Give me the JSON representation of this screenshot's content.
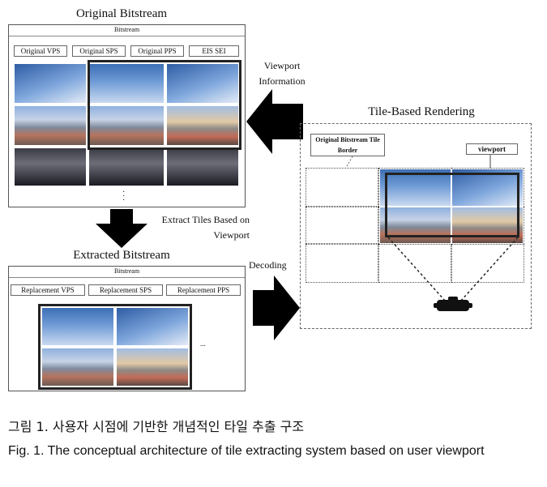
{
  "original": {
    "title": "Original Bitstream",
    "bitstream_label": "Bitstream",
    "headers": [
      "Original VPS",
      "Original SPS",
      "Original PPS",
      "EIS SEI"
    ]
  },
  "viewport_info": "Viewport Information",
  "extract_label": "Extract Tiles Based on Viewport",
  "extracted": {
    "title": "Extracted Bitstream",
    "bitstream_label": "Bitstream",
    "headers": [
      "Replacement VPS",
      "Replacement SPS",
      "Replacement PPS"
    ],
    "ellipsis": "..."
  },
  "decoding_label": "Decoding",
  "rendering": {
    "title": "Tile-Based Rendering",
    "tile_border_label": "Original Bitstream Tile Border",
    "viewport_label": "viewport"
  },
  "caption": {
    "korean": "그림 1. 사용자 시점에 기반한 개념적인 타일 추출 구조",
    "english": "Fig. 1. The conceptual architecture of tile extracting system based on user viewport"
  },
  "colors": {
    "sky": "#3d6fb5",
    "frame": "#222222",
    "arrow": "#000000"
  }
}
